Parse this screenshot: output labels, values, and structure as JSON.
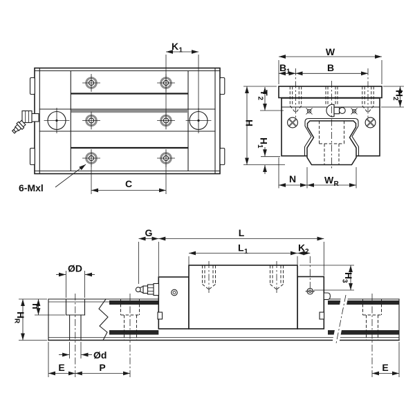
{
  "drawing": {
    "type": "linear-guide-technical-drawing",
    "views": [
      "plan-view",
      "end-view",
      "side-view"
    ]
  },
  "colors": {
    "line": "#1c1c1c",
    "gray_fill": "#8e8e8e",
    "dark_band": "#262626",
    "background": "#ffffff"
  },
  "labels": {
    "plan": {
      "k1": {
        "base": "K",
        "sub": "1"
      },
      "c": "C",
      "bolt_note": "6-Mxl"
    },
    "end": {
      "w": "W",
      "b1": {
        "base": "B",
        "sub": "1"
      },
      "b": "B",
      "t2": {
        "base": "T",
        "sub": "2"
      },
      "h2": {
        "base": "H",
        "sub": "2"
      },
      "h": "H",
      "h1": {
        "base": "H",
        "sub": "1"
      },
      "n": "N",
      "wr": {
        "base": "W",
        "sub": "R"
      }
    },
    "side": {
      "g": "G",
      "l": "L",
      "l1": {
        "base": "L",
        "sub": "1"
      },
      "k2": {
        "base": "K",
        "sub": "2"
      },
      "h3": {
        "base": "H",
        "sub": "3"
      },
      "od_big": "ØD",
      "h_small": "h",
      "hr": {
        "base": "H",
        "sub": "R"
      },
      "od_small": "Ød",
      "e_left": "E",
      "p": "P",
      "e_right": "E"
    }
  }
}
